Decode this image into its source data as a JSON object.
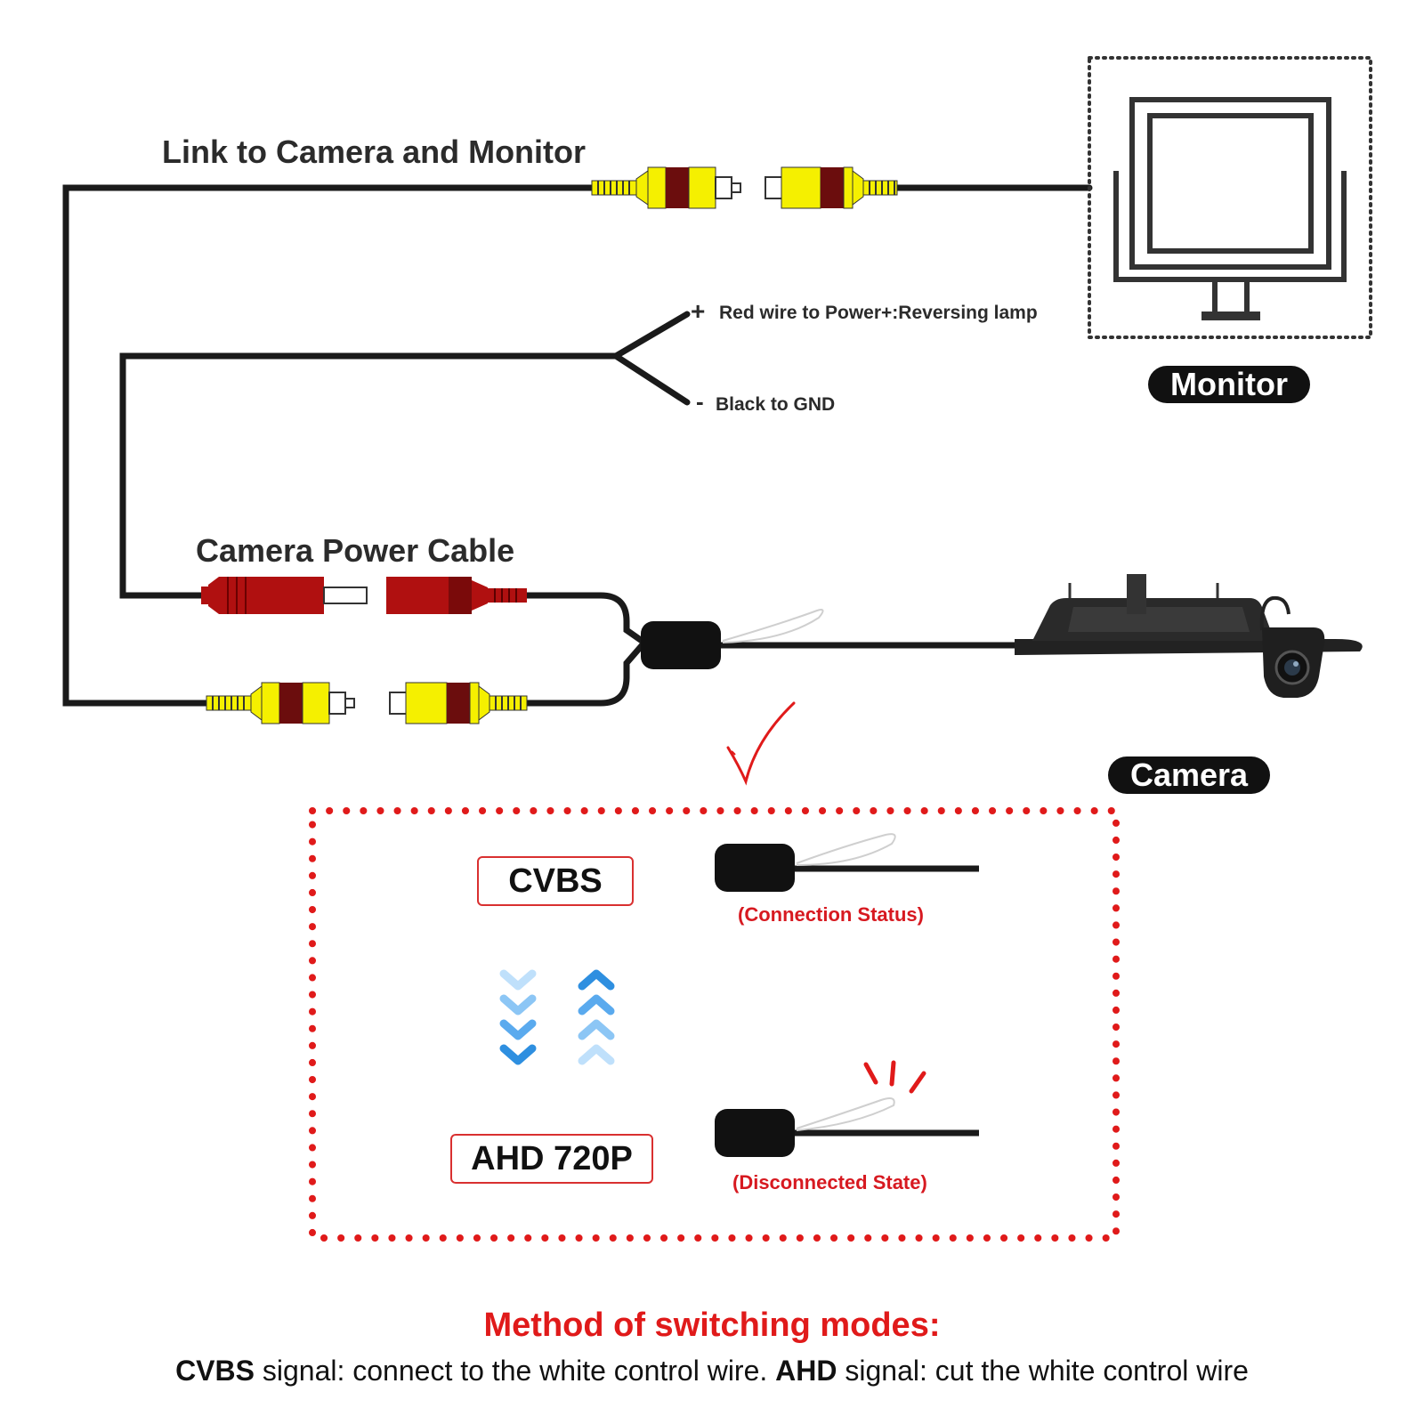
{
  "labels": {
    "link_title": "Link to Camera and Monitor",
    "red_wire": "Red wire to Power+:Reversing lamp",
    "black_wire": "Black to GND",
    "plus_sign": "+",
    "minus_sign": "-",
    "power_cable_title": "Camera Power Cable",
    "monitor": "Monitor",
    "camera": "Camera"
  },
  "modes": {
    "cvbs_label": "CVBS",
    "cvbs_status": "(Connection Status)",
    "ahd_label": "AHD 720P",
    "ahd_status": "(Disconnected State)"
  },
  "method": {
    "title": "Method of switching modes:",
    "cvbs_term": "CVBS",
    "cvbs_text": " signal: connect to the white control wire. ",
    "ahd_term": "AHD",
    "ahd_text": " signal: cut the white control wire"
  },
  "colors": {
    "wire": "#1a1a1a",
    "rca_yellow": "#f5f000",
    "rca_brown": "#6b0d0d",
    "power_red": "#b01010",
    "accent_red": "#e01a1a",
    "arrow_blue": "#2e8fe0",
    "pill_bg": "#111111"
  },
  "icons": {
    "monitor": "monitor-icon",
    "camera": "reverse-camera-icon",
    "check": "checkmark-icon",
    "arrows_down": "chevron-down-icon",
    "arrows_up": "chevron-up-icon",
    "cut_mark": "cut-spark-icon"
  }
}
